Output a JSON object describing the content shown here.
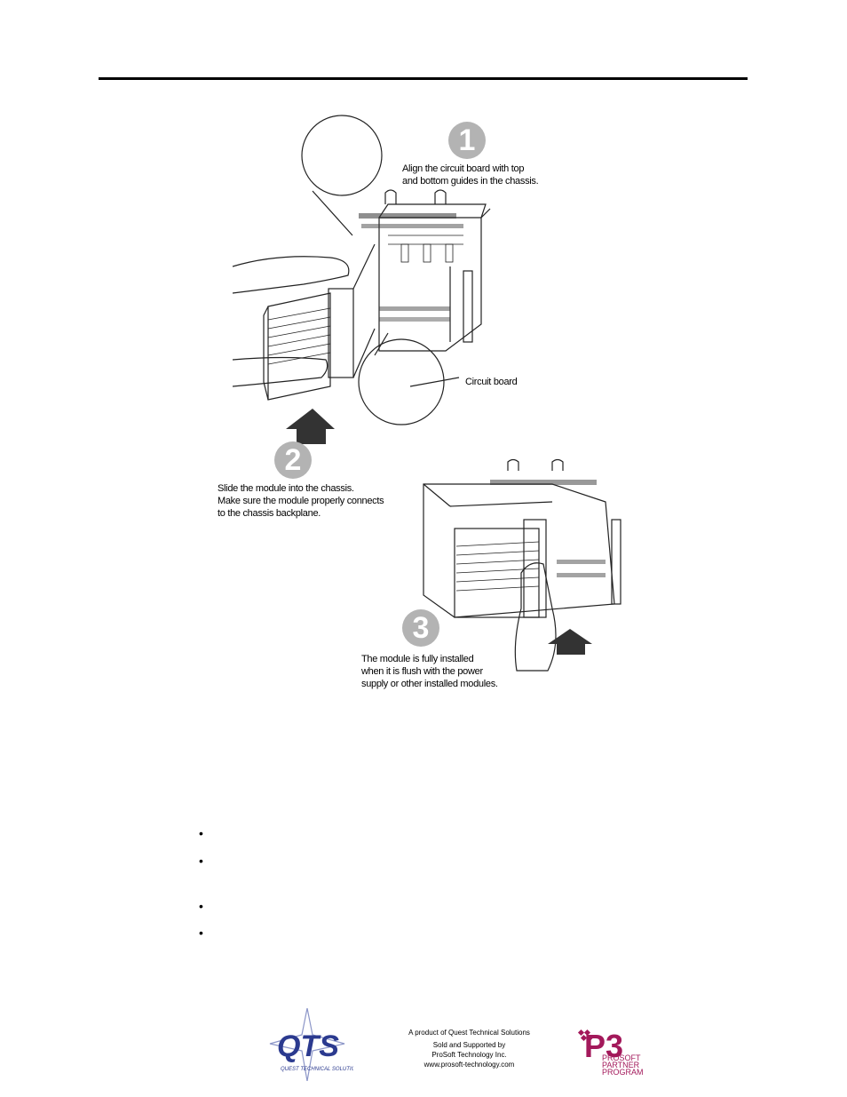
{
  "figure": {
    "step1_number": "1",
    "step1_caption": [
      "Align the circuit board with top",
      "and bottom guides in the chassis."
    ],
    "circuit_board_label": "Circuit board",
    "step2_number": "2",
    "step2_caption": [
      "Slide the module into the chassis.",
      "Make sure the module properly connects",
      "to the chassis backplane."
    ],
    "step3_number": "3",
    "step3_caption": [
      "The module is fully installed",
      "when it is flush with the power",
      "supply or other installed modules."
    ]
  },
  "bullets": [
    "•",
    "•",
    "•",
    "•"
  ],
  "footer": {
    "lines": [
      "A product of Quest Technical Solutions",
      "Sold and Supported by",
      "ProSoft Technology Inc.",
      "www.prosoft-technology.com"
    ],
    "qts_logo_text": "QTS",
    "qts_logo_subtext": "QUEST TECHNICAL SOLUTIONS",
    "p3_logo_text": "P3",
    "p3_logo_lines": [
      "PROSOFT",
      "PARTNER",
      "PROGRAM"
    ],
    "accent_color": "#a3195b",
    "qts_color": "#2b3a8f"
  }
}
